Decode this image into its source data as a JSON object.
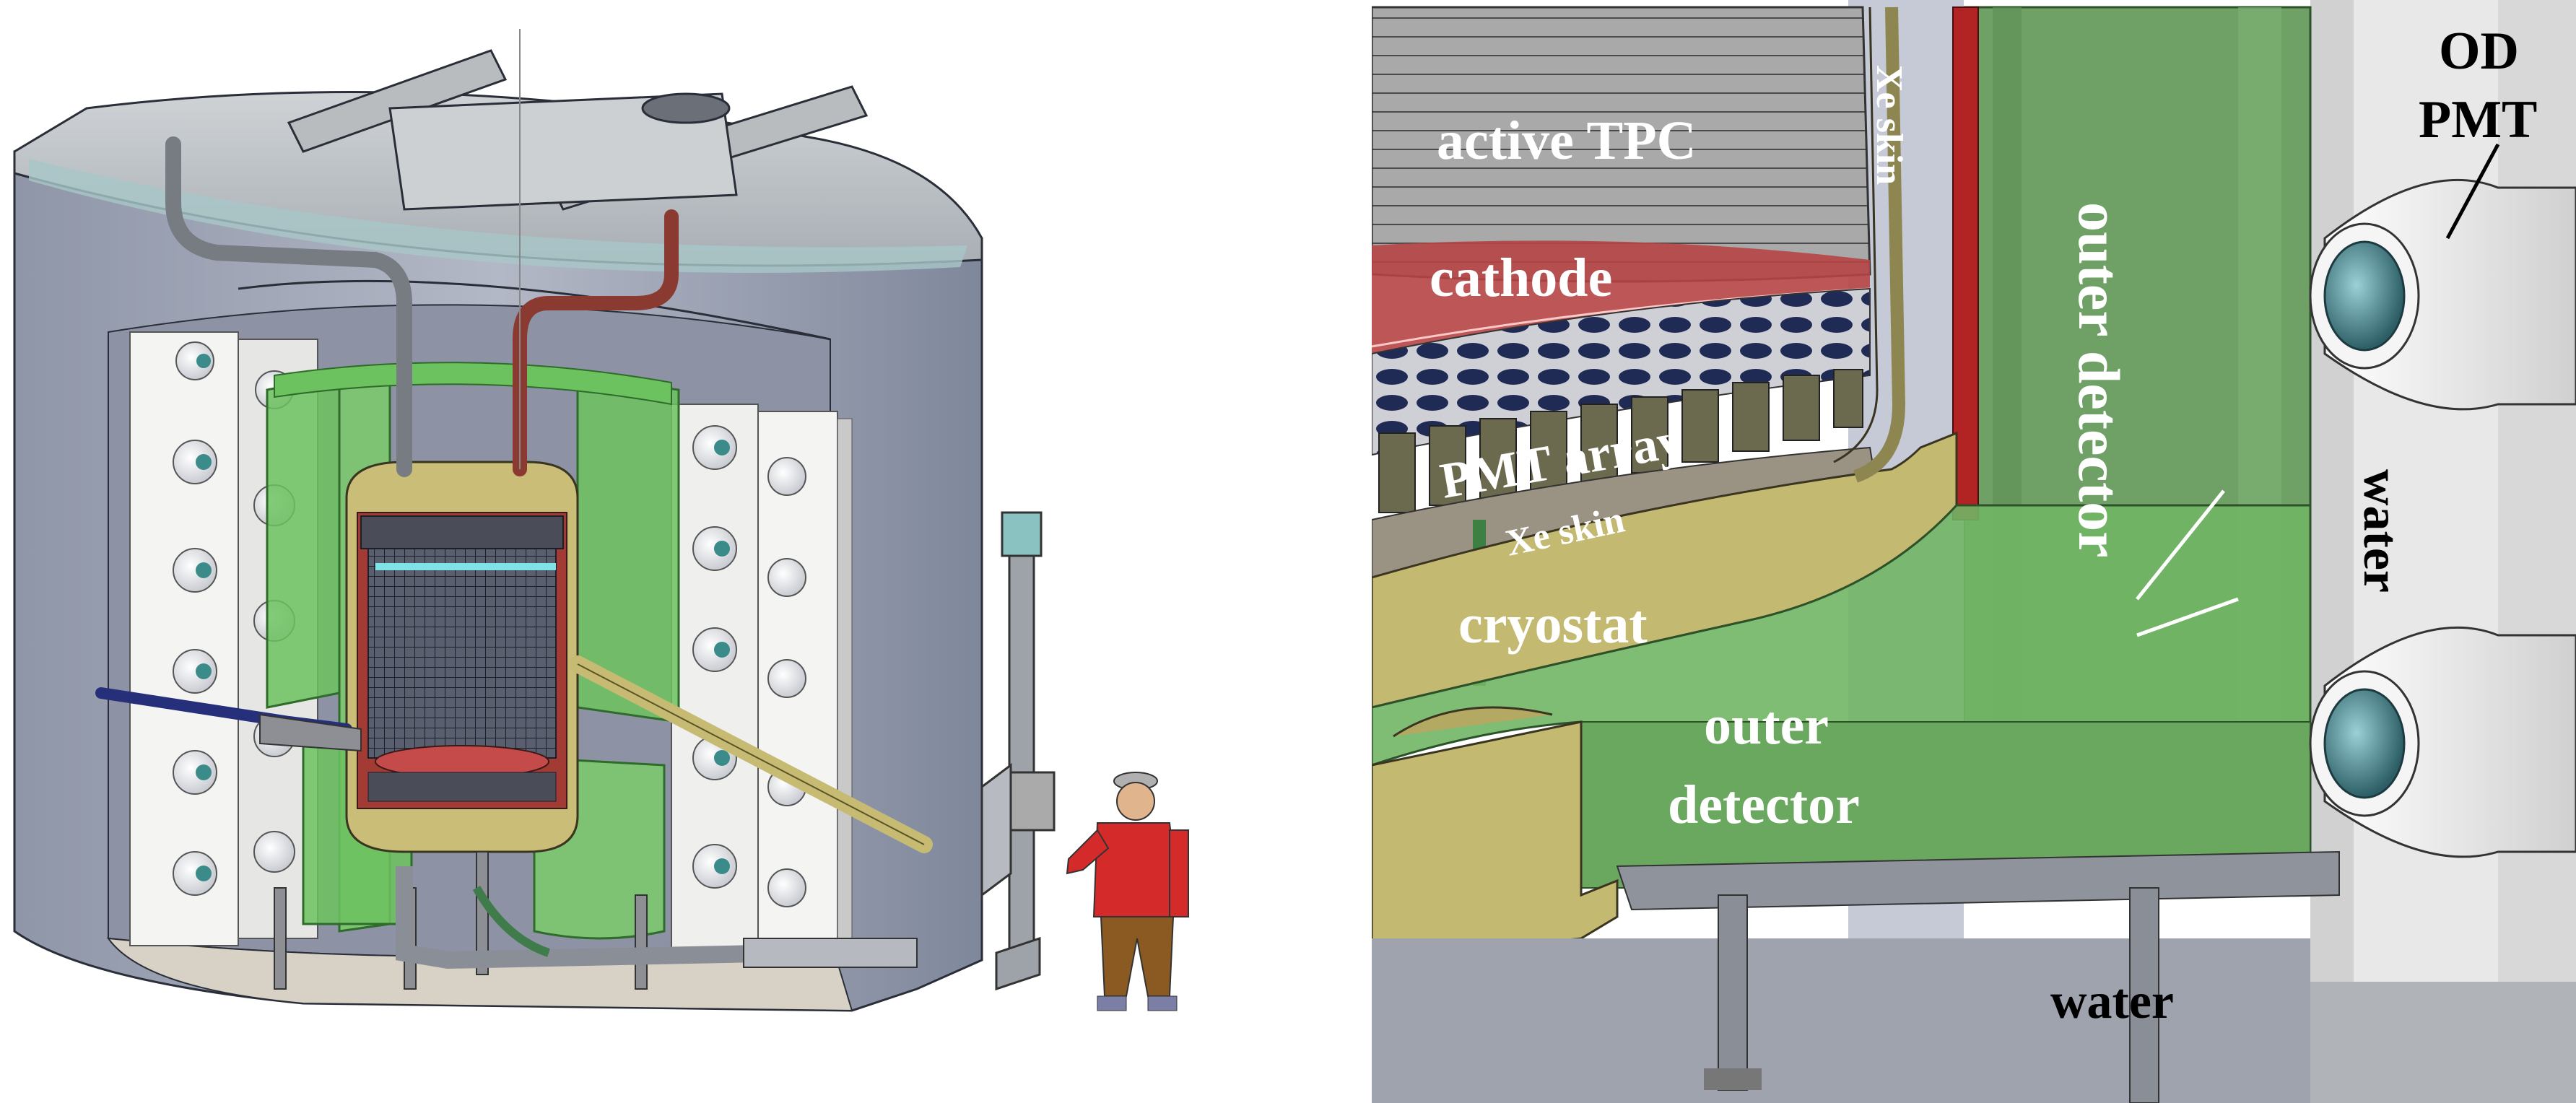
{
  "labels": {
    "active_tpc": "active TPC",
    "cathode": "cathode",
    "xe_skin_vertical": "Xe skin",
    "pmt_array": "PMT array",
    "xe_skin_slanted": "Xe skin",
    "cryostat": "cryostat",
    "outer_detector_vertical": "outer detector",
    "outer_detector_block_line1": "outer",
    "outer_detector_block_line2": "detector",
    "od_pmt_line1": "OD",
    "od_pmt_line2": "PMT",
    "water_vertical": "water",
    "water_bottom": "water"
  },
  "colors": {
    "tank_gray": "#9aa0ae",
    "tank_light": "#b7bcc8",
    "green_od": "#6cc25f",
    "olive": "#c7bb74",
    "copper": "#a23b33",
    "navy": "#26307a",
    "water_bg": "#d9dbe0",
    "label_white": "#ffffff",
    "label_black": "#000000"
  }
}
